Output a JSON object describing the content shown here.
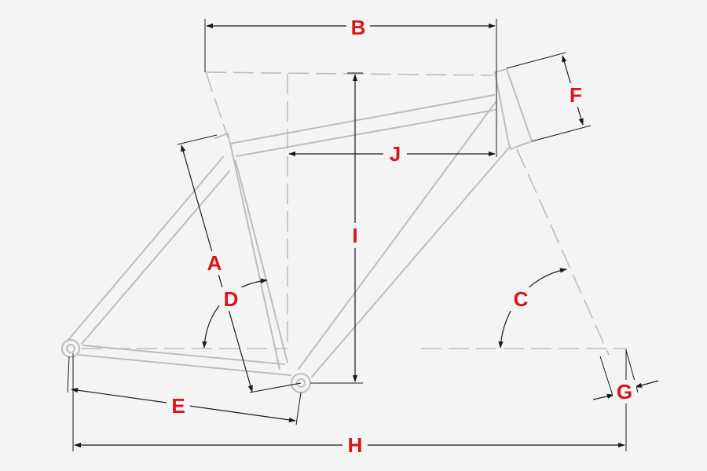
{
  "colors": {
    "background": "#f4f4f4",
    "frame": "#bdbdbd",
    "dimension_lines": "#1a1a1a",
    "labels": "#d9141b"
  },
  "labels": {
    "A": "A",
    "B": "B",
    "C": "C",
    "D": "D",
    "E": "E",
    "F": "F",
    "G": "G",
    "H": "H",
    "I": "I",
    "J": "J"
  }
}
